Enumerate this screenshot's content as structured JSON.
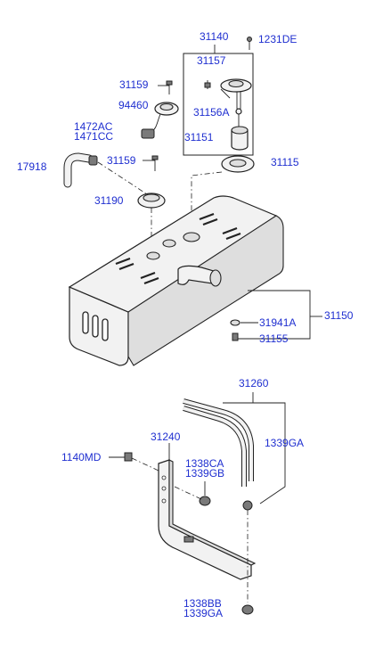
{
  "colors": {
    "label": "#1f2fd0",
    "line": "#222222"
  },
  "labels": {
    "p31140": "31140",
    "p1231DE": "1231DE",
    "p31157": "31157",
    "p31159a": "31159",
    "p94460": "94460",
    "p31156A": "31156A",
    "p1472AC": "1472AC",
    "p1471CC": "1471CC",
    "p31151": "31151",
    "p17918": "17918",
    "p31159b": "31159",
    "p31115": "31115",
    "p31190": "31190",
    "p31941A": "31941A",
    "p31150": "31150",
    "p31155": "31155",
    "p31260": "31260",
    "p31240": "31240",
    "p1339GA_r": "1339GA",
    "p1140MD": "1140MD",
    "p1338CA": "1338CA",
    "p1339GB": "1339GB",
    "p1338BB": "1338BB",
    "p1339GA_b": "1339GA"
  }
}
